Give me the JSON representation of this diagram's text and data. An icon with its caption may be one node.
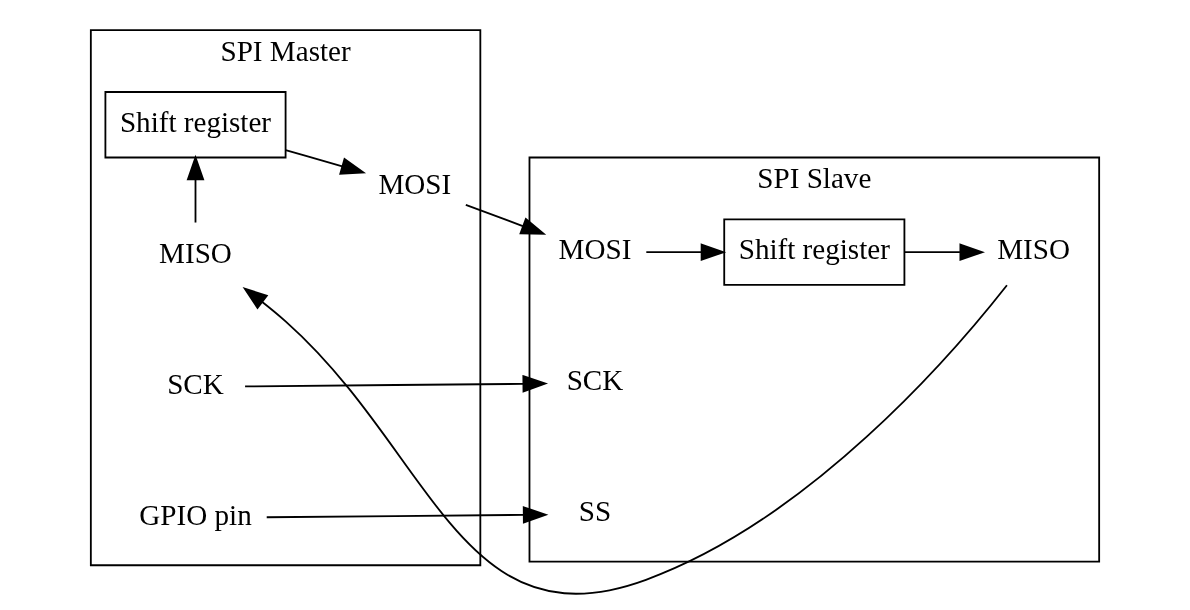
{
  "diagram": {
    "nodes": [
      {
        "text": [
          "SPI Master"
        ]
      },
      {
        "text": [
          "Shift register"
        ],
        "in": 0
      },
      {
        "text": [
          "MOSI"
        ],
        "in": 0
      },
      {
        "text": [
          "MISO"
        ],
        "in": 0
      },
      {
        "text": [
          "SCK"
        ],
        "in": 0
      },
      {
        "text": [
          "GPIO pin"
        ],
        "in": 0
      },
      {
        "text": [
          "SPI Slave"
        ]
      },
      {
        "text": [
          "MOSI"
        ],
        "in": 6
      },
      {
        "text": [
          "Shift register"
        ],
        "in": 6
      },
      {
        "text": [
          "MISO"
        ],
        "in": 6
      },
      {
        "text": [
          "SCK"
        ],
        "in": 6
      },
      {
        "text": [
          "SS"
        ],
        "in": 6
      }
    ],
    "edges": [
      {
        "from": 1,
        "to": 2,
        "arrow": "to"
      },
      {
        "from": 2,
        "to": 7,
        "arrow": "to"
      },
      {
        "from": 7,
        "to": 8,
        "arrow": "to"
      },
      {
        "from": 8,
        "to": 9,
        "arrow": "to"
      },
      {
        "from": 9,
        "to": 3,
        "arrow": "to"
      },
      {
        "from": 3,
        "to": 1,
        "arrow": "to"
      },
      {
        "from": 4,
        "to": 10,
        "arrow": "to"
      },
      {
        "from": 5,
        "to": 11,
        "arrow": "to"
      }
    ]
  }
}
